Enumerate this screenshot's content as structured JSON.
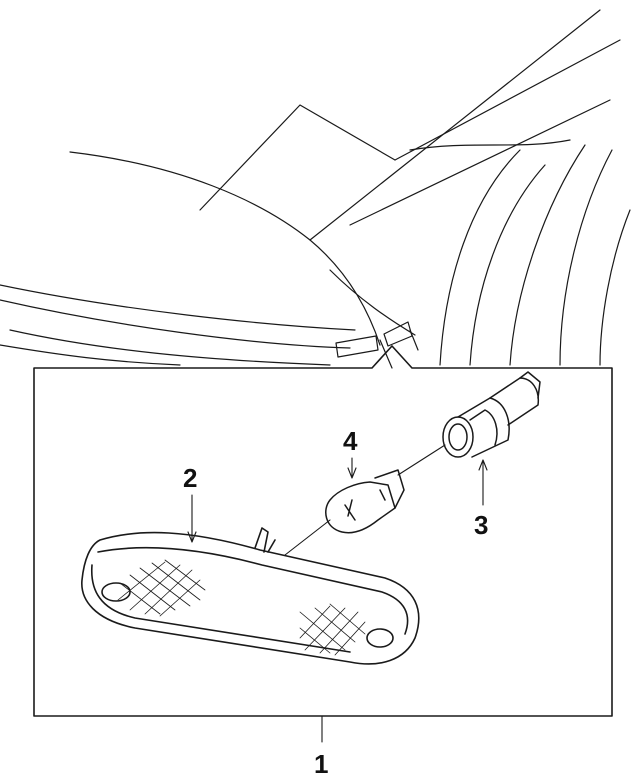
{
  "callouts": {
    "assembly": "1",
    "lens": "2",
    "socket": "3",
    "bulb": "4"
  },
  "colors": {
    "ink": "#1a1a1a",
    "paper": "#ffffff"
  }
}
